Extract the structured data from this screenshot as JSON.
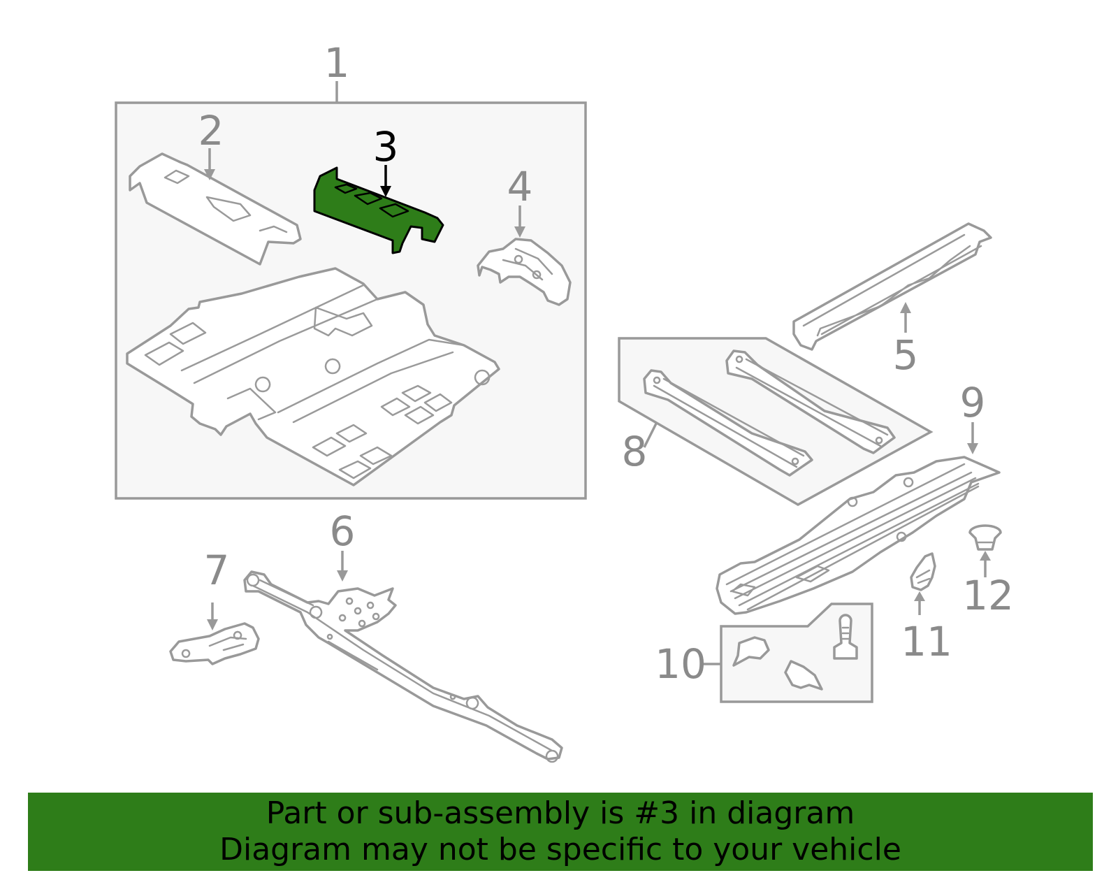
{
  "callouts": {
    "c1": "1",
    "c2": "2",
    "c3": "3",
    "c4": "4",
    "c5": "5",
    "c6": "6",
    "c7": "7",
    "c8": "8",
    "c9": "9",
    "c10": "10",
    "c11": "11",
    "c12": "12"
  },
  "highlighted_part": "3",
  "colors": {
    "highlight": "#2e7d19",
    "line": "#999999",
    "box": "#f7f7f7"
  },
  "banner": {
    "line1": "Part or sub-assembly is #3 in diagram",
    "line2": "Diagram may not be specific to your vehicle"
  }
}
